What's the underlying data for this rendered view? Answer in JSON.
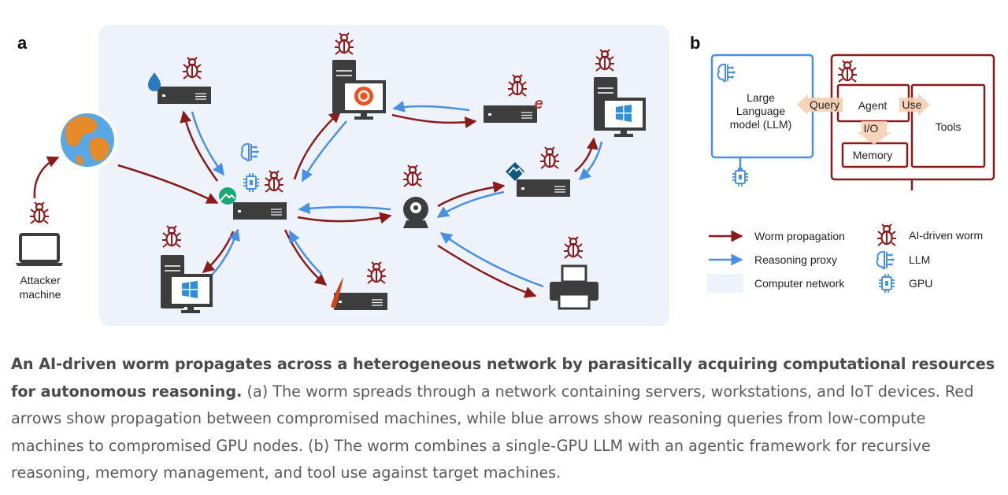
{
  "panel_a": {
    "label": "a",
    "attacker_label_line1": "Attacker",
    "attacker_label_line2": "machine"
  },
  "panel_b": {
    "label": "b",
    "llm_line1": "Large",
    "llm_line2": "Language",
    "llm_line3": "model (LLM)",
    "query": "Query",
    "agent": "Agent",
    "use": "Use",
    "io": "I/O",
    "tools": "Tools",
    "memory": "Memory"
  },
  "legend": {
    "worm_propagation": "Worm propagation",
    "reasoning_proxy": "Reasoning proxy",
    "computer_network": "Computer network",
    "ai_driven_worm": "AI-driven worm",
    "llm": "LLM",
    "gpu": "GPU"
  },
  "colors": {
    "worm_red": "#8b1a1a",
    "proxy_blue": "#4a90e2",
    "network_bg": "#eef3fb",
    "device_dark": "#3d3d3d"
  },
  "caption": {
    "bold": "An AI-driven worm propagates across a heterogeneous network by parasitically acquiring computational resources for autonomous reasoning.",
    "body": " (a) The worm spreads through a network containing servers, workstations, and IoT devices. Red arrows show propagation between compromised machines, while blue arrows show reasoning queries from low-compute machines to compromised GPU nodes. (b) The worm combines a single-GPU LLM with an agentic framework for recursive reasoning, memory management, and tool use against target machines."
  }
}
